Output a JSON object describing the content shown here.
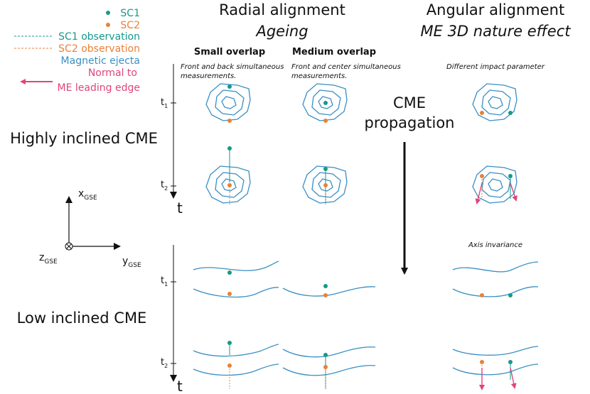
{
  "legend": {
    "sc1": "SC1",
    "sc2": "SC2",
    "sc1_obs": "SC1 observation",
    "sc2_obs": "SC2 observation",
    "ejecta": "Magnetic ejecta",
    "normal_line1": "Normal to",
    "normal_line2": "ME leading edge"
  },
  "headers": {
    "radial": "Radial alignment",
    "ageing": "Ageing",
    "angular": "Angular alignment",
    "me3d": "ME 3D nature effect"
  },
  "columns": {
    "small": "Small overlap",
    "medium": "Medium overlap",
    "small_note_1": "Front and back simultaneous",
    "small_note_2": "measurements.",
    "medium_note_1": "Front and center simultaneous",
    "medium_note_2": "measurements.",
    "impact": "Different impact parameter",
    "axis_inv": "Axis invariance"
  },
  "rows": {
    "high": "Highly inclined CME",
    "low": "Low inclined CME"
  },
  "propagation": {
    "line1": "CME",
    "line2": "propagation"
  },
  "time": {
    "t": "t",
    "t1": "t",
    "t1_sub": "1",
    "t2": "t",
    "t2_sub": "2"
  },
  "axes": {
    "x": "x",
    "y": "y",
    "z": "z",
    "sub": "GSE"
  },
  "colors": {
    "sc1": "#16998a",
    "sc2": "#e8813a",
    "ejecta": "#3a8fc4",
    "normal": "#e0457b",
    "text": "#111111"
  }
}
